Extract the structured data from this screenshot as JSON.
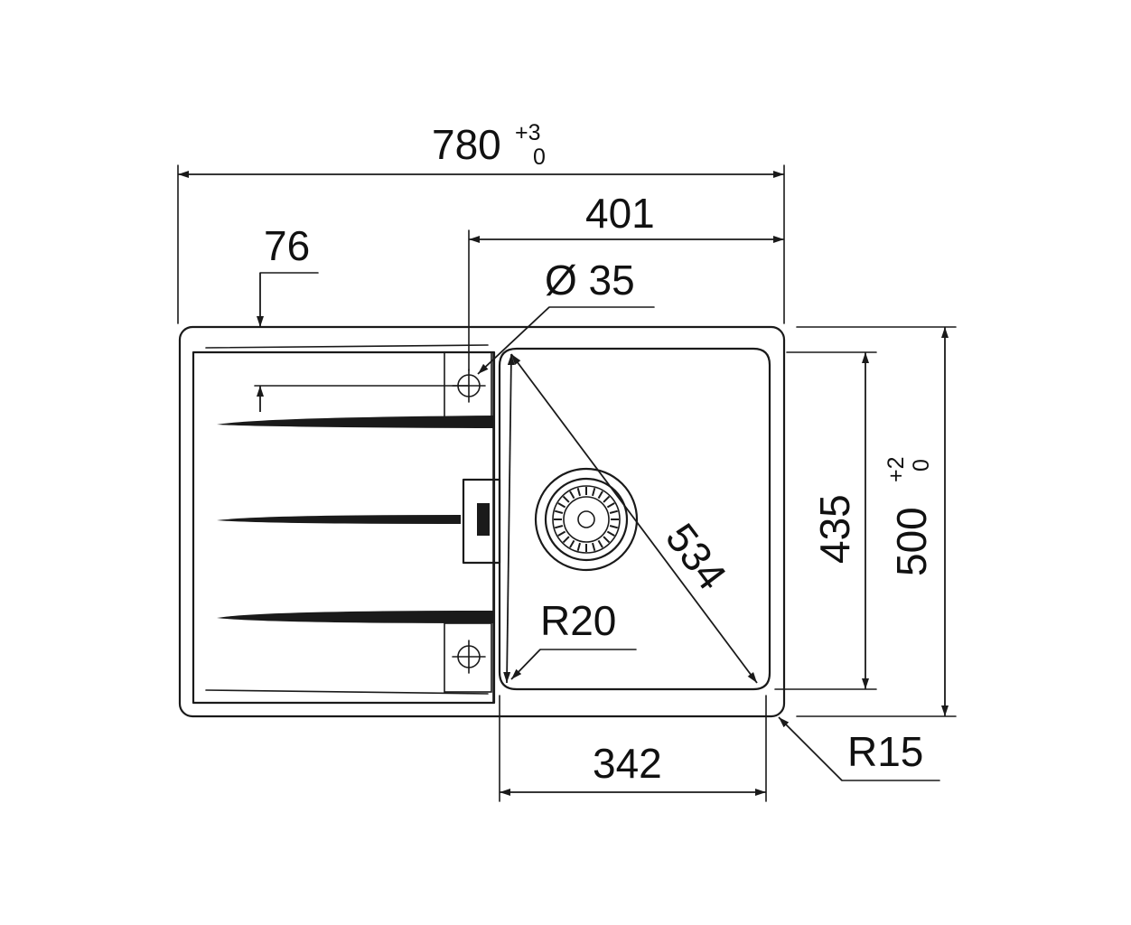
{
  "dimensions": {
    "width_total": {
      "value": "780",
      "tol_upper": "+3",
      "tol_lower": "0"
    },
    "bowl_offset_width": "401",
    "tap_hole_offset": "76",
    "tap_hole_diameter": "Ø 35",
    "bowl_diagonal": "534",
    "bowl_depth": "435",
    "depth_total": {
      "value": "500",
      "tol_upper": "+2",
      "tol_lower": "0"
    },
    "inner_radius": "R20",
    "bowl_width": "342",
    "outer_radius": "R15"
  },
  "colors": {
    "line": "#1a1a1a",
    "background": "#ffffff"
  }
}
